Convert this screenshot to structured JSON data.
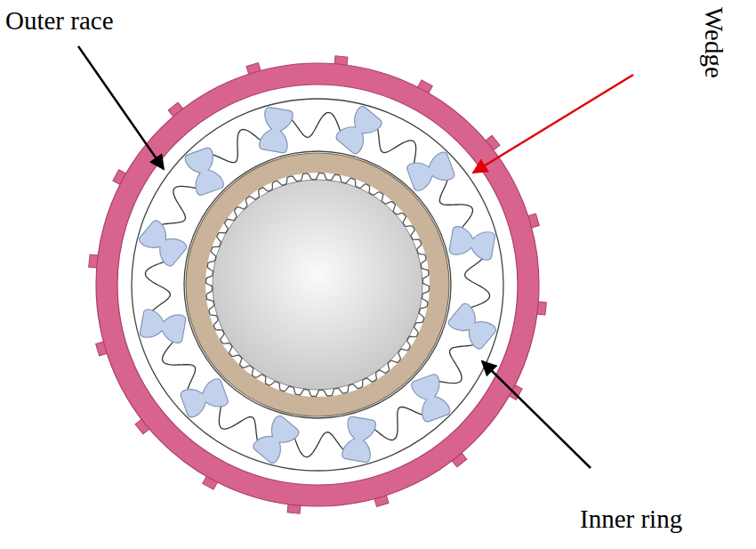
{
  "diagram": {
    "labels": [
      "Outer race",
      "Wedge",
      "Inner ring"
    ]
  }
}
